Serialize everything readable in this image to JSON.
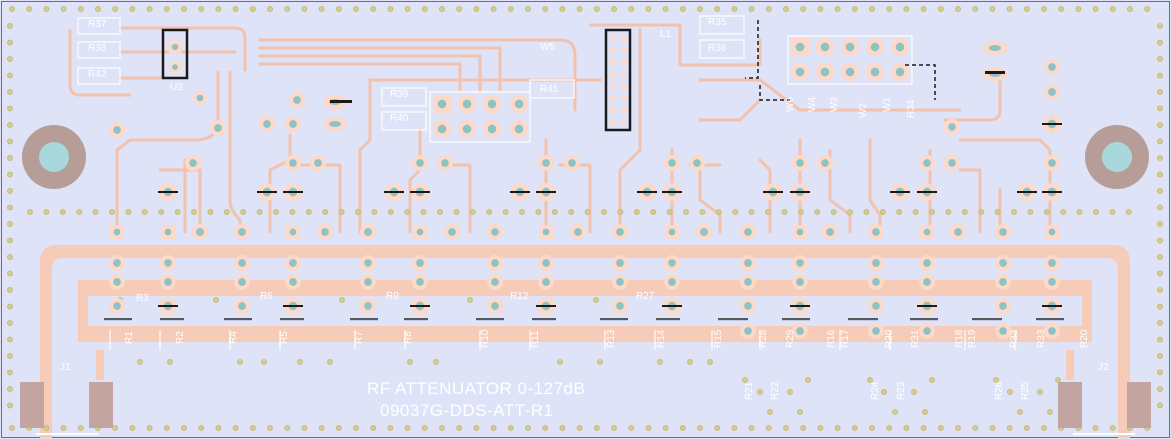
{
  "board": {
    "title": "RF ATTENUATOR 0-127dB",
    "part_number": "09037G-DDS-ATT-R1"
  },
  "colors": {
    "board": "#dfe3f7",
    "copper": "#f6cbb7",
    "trace": "#f3c2ad",
    "pad": "#fcd9c9",
    "hole": "#8fc3c3",
    "silk": "#ffffff",
    "via": "#d4cc8a",
    "mounting_ring": "#b79d98",
    "mounting_hole": "#a8d8dc",
    "connector_pad": "#c2a4a0",
    "outline": "#6f6f6f",
    "mark": "#1a1a1a"
  },
  "refdes": {
    "r37": "R37",
    "r38": "R38",
    "r42": "R42",
    "u2": "U2",
    "r39": "R39",
    "r40": "R40",
    "r41": "R41",
    "w5": "W5",
    "l1": "L1",
    "r35": "R35",
    "r36": "R36",
    "w6": "W6",
    "w4": "W4",
    "w3": "W3",
    "w2": "W2",
    "w1": "W1",
    "r34": "R34",
    "r3": "R3",
    "r6": "R6",
    "r9": "R9",
    "r12": "R12",
    "r27": "R27",
    "r1": "R1",
    "r2": "R2",
    "r4": "R4",
    "r5": "R5",
    "r7": "R7",
    "r8": "R8",
    "r10": "R10",
    "r11": "R11",
    "r13": "R13",
    "r14": "R14",
    "r15": "R15",
    "r28": "R28",
    "r29": "R29",
    "r16": "R16",
    "r17": "R17",
    "r30": "R30",
    "r31": "R31",
    "r18": "R18",
    "r19": "R19",
    "r32": "R32",
    "r33": "R33",
    "r20": "R20",
    "r21": "R21",
    "r22": "R22",
    "r24": "R24",
    "r23": "R23",
    "r26": "R26",
    "r25": "R25",
    "j1": "J1",
    "j2": "J2"
  }
}
